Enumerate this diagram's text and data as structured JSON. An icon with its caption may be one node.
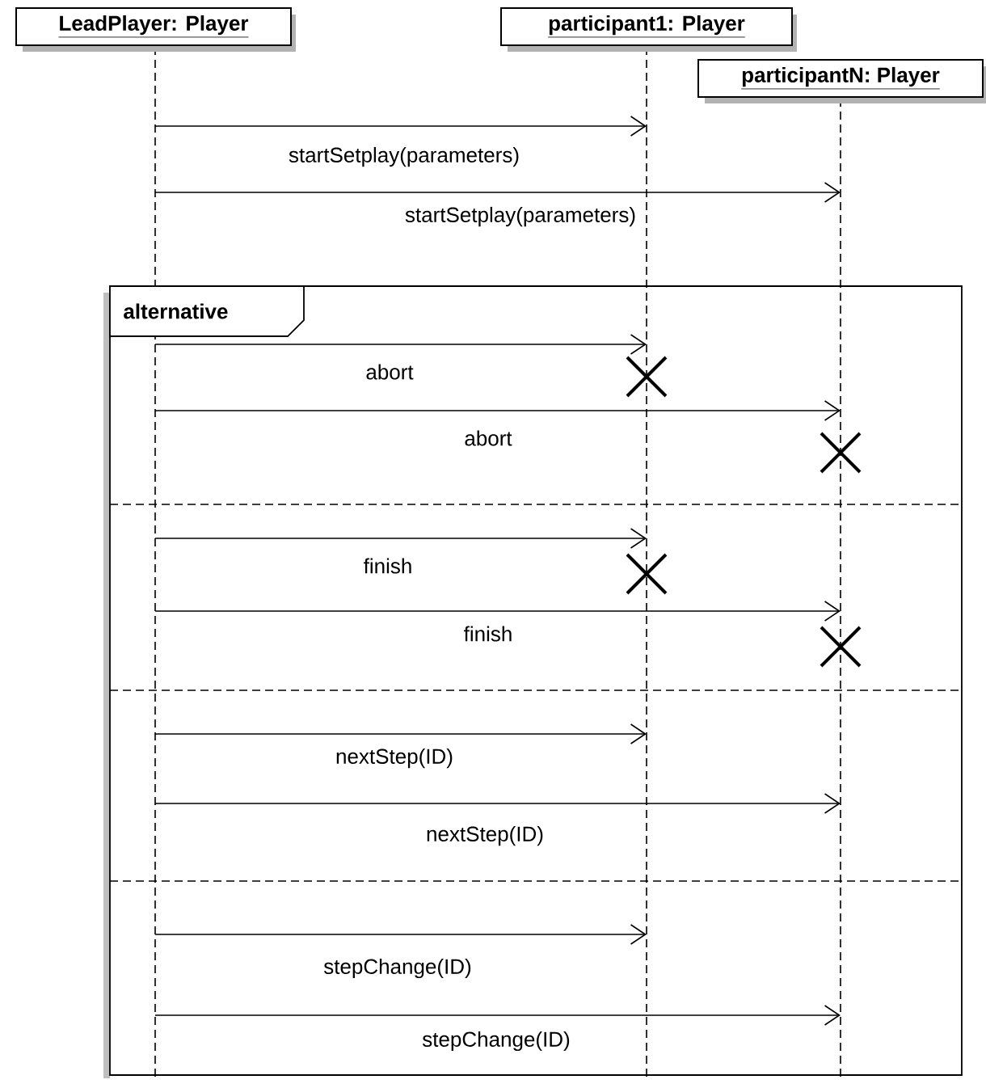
{
  "diagram": {
    "nodes": [
      {
        "text": [
          "LeadPlayer: Player"
        ]
      },
      {
        "text": [
          "participant1: Player"
        ]
      },
      {
        "text": [
          "participantN: Player"
        ]
      },
      {
        "text": [],
        "shape": "line"
      },
      {
        "text": [],
        "shape": "line"
      },
      {
        "text": [],
        "shape": "line"
      },
      {
        "text": [
          "alternative"
        ]
      }
    ],
    "edges": [
      {
        "from": 3,
        "to": 4,
        "arrow": "to",
        "label": "startSetplay(parameters)"
      },
      {
        "from": 3,
        "to": 5,
        "arrow": "to",
        "label": "startSetplay(parameters)"
      },
      {
        "from": 3,
        "to": 4,
        "arrow": "to",
        "label": "abort"
      },
      {
        "from": 3,
        "to": 5,
        "arrow": "to",
        "label": "abort"
      },
      {
        "from": 3,
        "to": 4,
        "arrow": "to",
        "label": "finish"
      },
      {
        "from": 3,
        "to": 5,
        "arrow": "to",
        "label": "finish"
      },
      {
        "from": 3,
        "to": 4,
        "arrow": "to",
        "label": "nextStep(ID)"
      },
      {
        "from": 3,
        "to": 5,
        "arrow": "to",
        "label": "nextStep(ID)"
      },
      {
        "from": 3,
        "to": 4,
        "arrow": "to",
        "label": "stepChange(ID)"
      },
      {
        "from": 3,
        "to": 5,
        "arrow": "to",
        "label": "stepChange(ID)"
      }
    ]
  }
}
